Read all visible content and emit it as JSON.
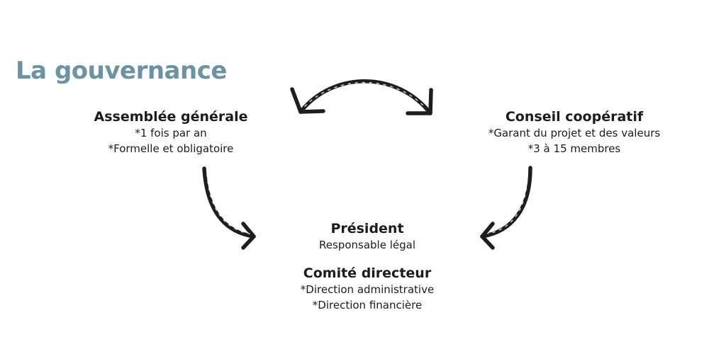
{
  "title": "La gouvernance",
  "assemblee": {
    "heading": "Assemblée générale",
    "lines": [
      "*1 fois par an",
      "*Formelle et obligatoire"
    ]
  },
  "conseil": {
    "heading": "Conseil coopératif",
    "lines": [
      "*Garant du projet et des valeurs",
      "*3 à 15 membres"
    ]
  },
  "president": {
    "heading": "Président",
    "lines": [
      "Responsable légal"
    ]
  },
  "comite": {
    "heading": "Comité directeur",
    "lines": [
      "*Direction administrative",
      "*Direction financière"
    ]
  },
  "colors": {
    "title": "#6a93a3",
    "text": "#1c1c1c",
    "arrow": "#1e1e1e"
  },
  "icons": [
    "double-headed-curved-arrow-icon",
    "curved-arrow-icon"
  ]
}
